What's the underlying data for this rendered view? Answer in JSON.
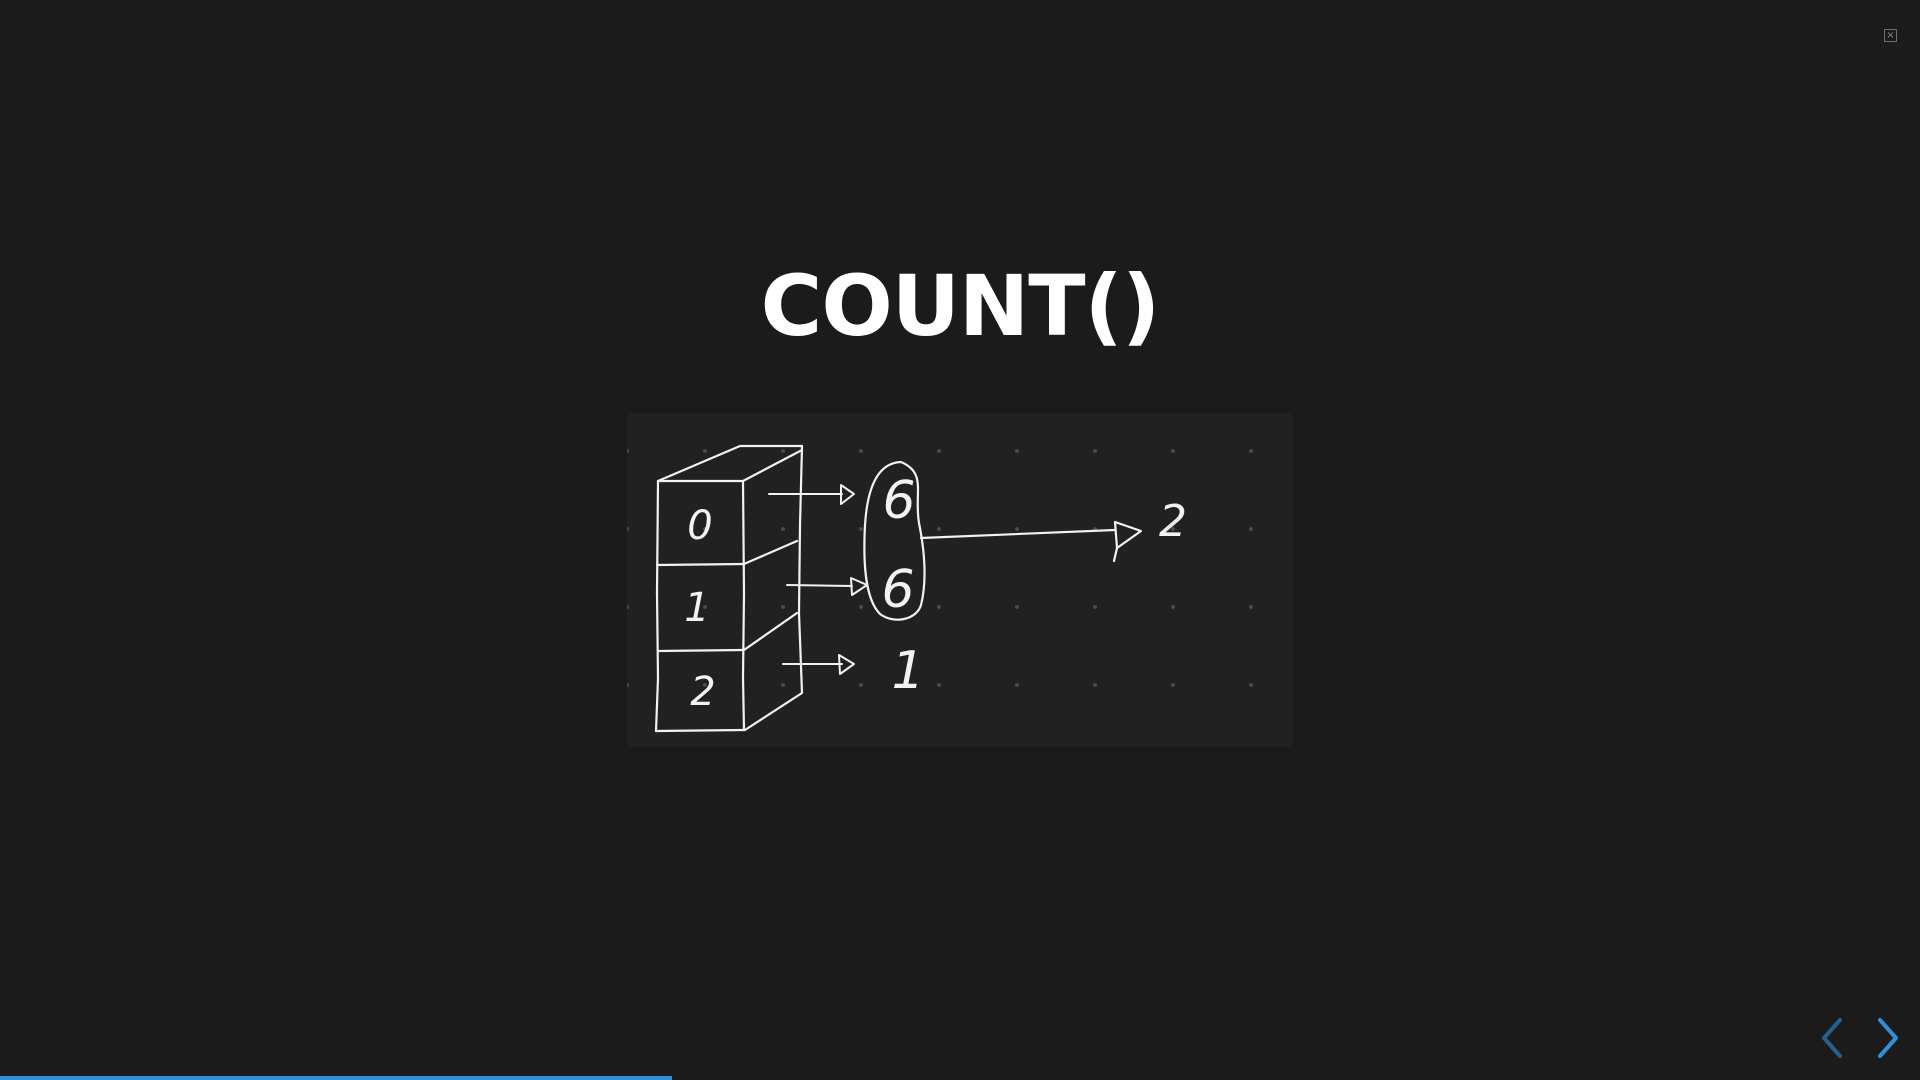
{
  "slide": {
    "title": "COUNT()"
  },
  "diagram": {
    "cells": [
      "0",
      "1",
      "2"
    ],
    "counts": [
      "6",
      "6",
      "1"
    ],
    "result": "2"
  },
  "controls": {
    "close_symbol": "×",
    "prev_icon": "chevron-left-icon",
    "next_icon": "chevron-right-icon"
  },
  "progress": {
    "fraction": 0.35
  },
  "colors": {
    "background": "#1b1b1b",
    "panel": "#212121",
    "ink": "#f2f2f2",
    "accent": "#2f8fd8",
    "accent_dim": "#245f8e"
  }
}
